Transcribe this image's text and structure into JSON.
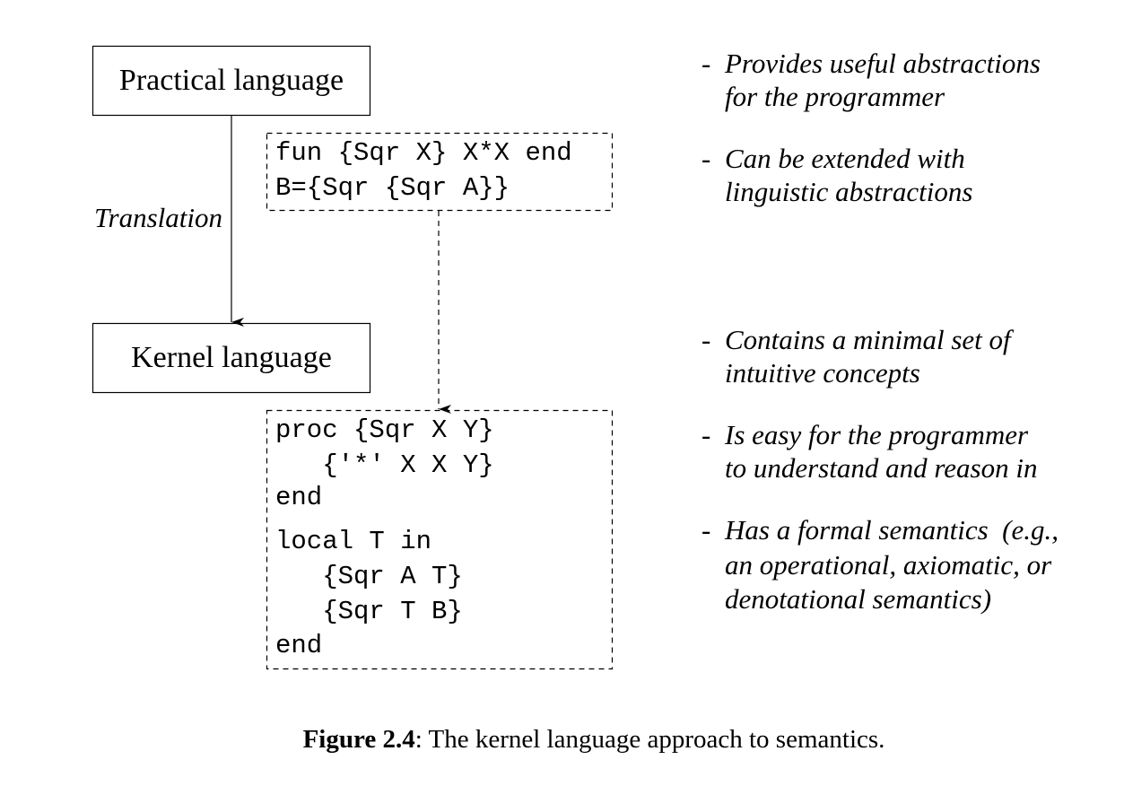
{
  "diagram": {
    "practical_box": "Practical language",
    "kernel_box": "Kernel language",
    "arrow_label": "Translation",
    "practical_code": [
      "fun {Sqr X} X*X end",
      "B={Sqr {Sqr A}}"
    ],
    "kernel_code": [
      "proc {Sqr X Y}",
      "   {'*' X X Y}",
      "end",
      "local T in",
      "   {Sqr A T}",
      "   {Sqr T B}",
      "end"
    ],
    "practical_bullets": [
      [
        "Provides useful abstractions",
        "for the programmer"
      ],
      [
        "Can be extended with",
        "linguistic abstractions"
      ]
    ],
    "kernel_bullets": [
      [
        "Contains a minimal set of",
        "intuitive concepts"
      ],
      [
        "Is easy for the programmer",
        "to understand and reason in"
      ],
      [
        "Has a formal semantics  (e.g.,",
        "an operational, axiomatic, or",
        "denotational semantics)"
      ]
    ],
    "bullet_marker": "-"
  },
  "caption": {
    "label": "Figure 2.4",
    "text": ": The kernel language approach to semantics."
  }
}
